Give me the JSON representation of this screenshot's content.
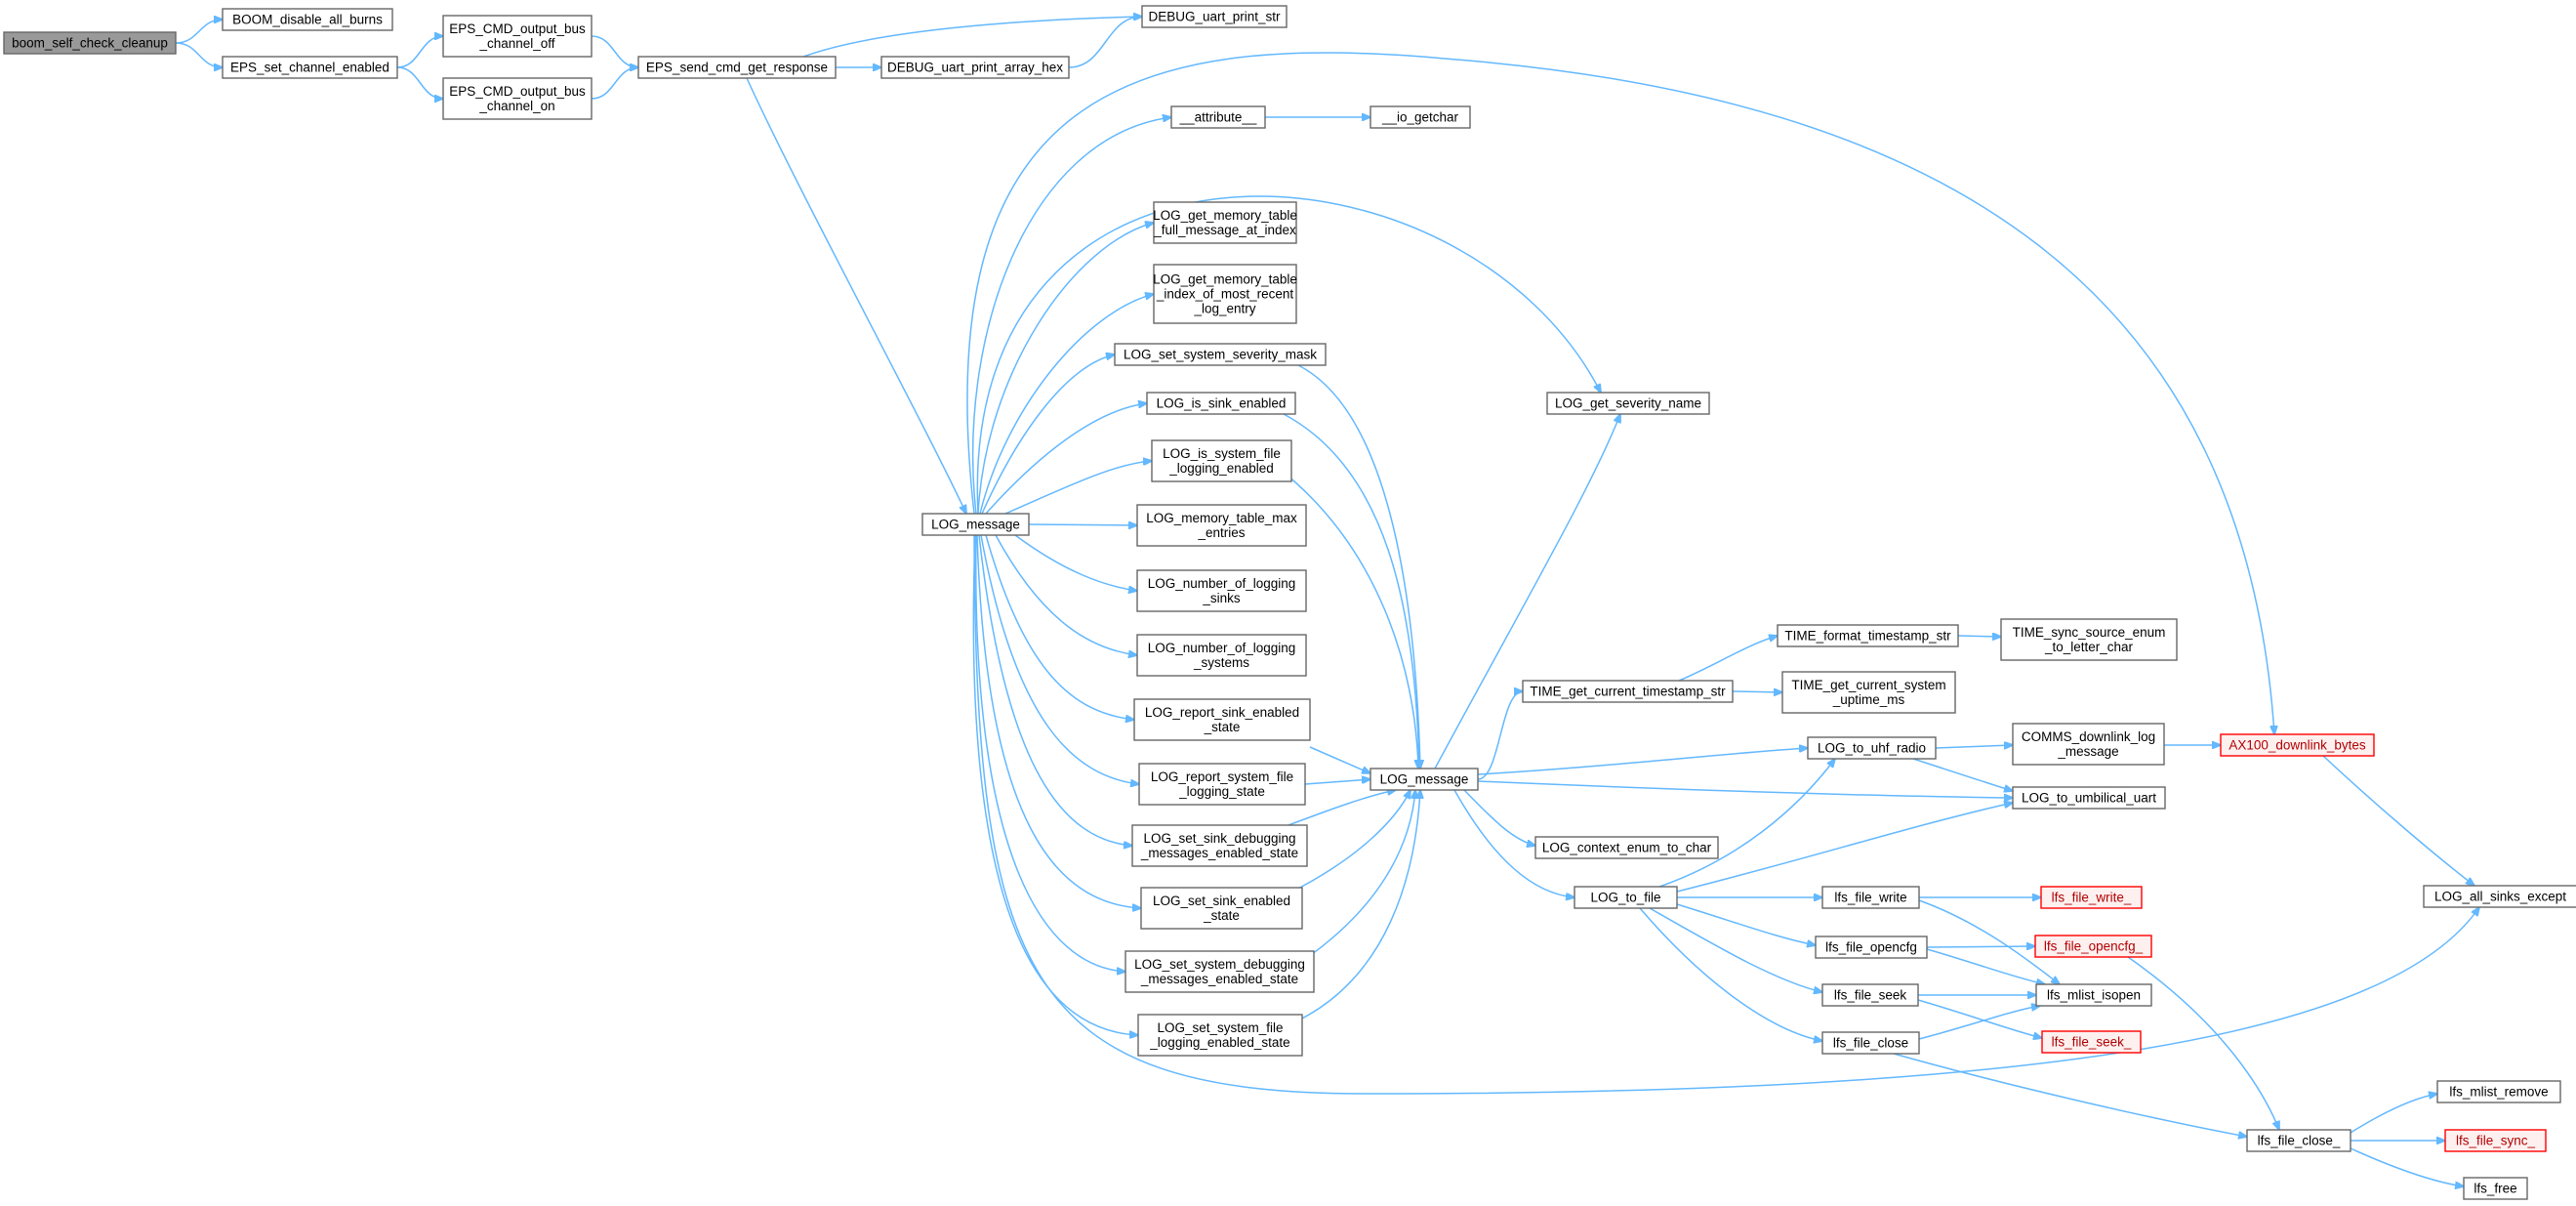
{
  "nodes": {
    "boom_self_check_cleanup": [
      "boom_self_check_cleanup"
    ],
    "boom_disable_all_burns": [
      "BOOM_disable_all_burns"
    ],
    "eps_set_channel_enabled": [
      "EPS_set_channel_enabled"
    ],
    "eps_cmd_output_bus_channel_off": [
      "EPS_CMD_output_bus",
      "_channel_off"
    ],
    "eps_cmd_output_bus_channel_on": [
      "EPS_CMD_output_bus",
      "_channel_on"
    ],
    "eps_send_cmd_get_response": [
      "EPS_send_cmd_get_response"
    ],
    "debug_uart_print_str": [
      "DEBUG_uart_print_str"
    ],
    "debug_uart_print_array_hex": [
      "DEBUG_uart_print_array_hex"
    ],
    "attribute": [
      "__attribute__"
    ],
    "io_getchar": [
      "__io_getchar"
    ],
    "log_get_memory_table_full_message_at_index": [
      "LOG_get_memory_table",
      "_full_message_at_index"
    ],
    "log_get_memory_table_index_of_most_recent_log_entry": [
      "LOG_get_memory_table",
      "_index_of_most_recent",
      "_log_entry"
    ],
    "log_set_system_severity_mask": [
      "LOG_set_system_severity_mask"
    ],
    "log_is_sink_enabled": [
      "LOG_is_sink_enabled"
    ],
    "log_is_system_file_logging_enabled": [
      "LOG_is_system_file",
      "_logging_enabled"
    ],
    "log_message_left": [
      "LOG_message"
    ],
    "log_memory_table_max_entries": [
      "LOG_memory_table_max",
      "_entries"
    ],
    "log_number_of_logging_sinks": [
      "LOG_number_of_logging",
      "_sinks"
    ],
    "log_number_of_logging_systems": [
      "LOG_number_of_logging",
      "_systems"
    ],
    "log_report_sink_enabled_state": [
      "LOG_report_sink_enabled",
      "_state"
    ],
    "log_report_system_file_logging_state": [
      "LOG_report_system_file",
      "_logging_state"
    ],
    "log_set_sink_debugging_messages_enabled_state": [
      "LOG_set_sink_debugging",
      "_messages_enabled_state"
    ],
    "log_set_sink_enabled_state": [
      "LOG_set_sink_enabled",
      "_state"
    ],
    "log_set_system_debugging_messages_enabled_state": [
      "LOG_set_system_debugging",
      "_messages_enabled_state"
    ],
    "log_set_system_file_logging_enabled_state": [
      "LOG_set_system_file",
      "_logging_enabled_state"
    ],
    "log_get_severity_name": [
      "LOG_get_severity_name"
    ],
    "log_message_center": [
      "LOG_message"
    ],
    "time_get_current_timestamp_str": [
      "TIME_get_current_timestamp_str"
    ],
    "time_format_timestamp_str": [
      "TIME_format_timestamp_str"
    ],
    "time_get_current_system_uptime_ms": [
      "TIME_get_current_system",
      "_uptime_ms"
    ],
    "time_sync_source_enum_to_letter_char": [
      "TIME_sync_source_enum",
      "_to_letter_char"
    ],
    "log_to_uhf_radio": [
      "LOG_to_uhf_radio"
    ],
    "comms_downlink_log_message": [
      "COMMS_downlink_log",
      "_message"
    ],
    "ax100_downlink_bytes": [
      "AX100_downlink_bytes"
    ],
    "log_to_umbilical_uart": [
      "LOG_to_umbilical_uart"
    ],
    "log_context_enum_to_char": [
      "LOG_context_enum_to_char"
    ],
    "log_to_file": [
      "LOG_to_file"
    ],
    "lfs_file_write": [
      "lfs_file_write"
    ],
    "lfs_file_write_": [
      "lfs_file_write_"
    ],
    "lfs_file_opencfg": [
      "lfs_file_opencfg"
    ],
    "lfs_file_opencfg_": [
      "lfs_file_opencfg_"
    ],
    "lfs_file_seek": [
      "lfs_file_seek"
    ],
    "lfs_file_seek_": [
      "lfs_file_seek_"
    ],
    "lfs_mlist_isopen": [
      "lfs_mlist_isopen"
    ],
    "lfs_file_close": [
      "lfs_file_close"
    ],
    "lfs_file_close_": [
      "lfs_file_close_"
    ],
    "log_all_sinks_except": [
      "LOG_all_sinks_except"
    ],
    "lfs_mlist_remove": [
      "lfs_mlist_remove"
    ],
    "lfs_file_sync_": [
      "lfs_file_sync_"
    ],
    "lfs_free": [
      "lfs_free"
    ]
  },
  "colors": {
    "edge": "#63b8ff",
    "node_border": "#666666",
    "root_fill": "#999999",
    "truncated_border": "#ff0000"
  }
}
